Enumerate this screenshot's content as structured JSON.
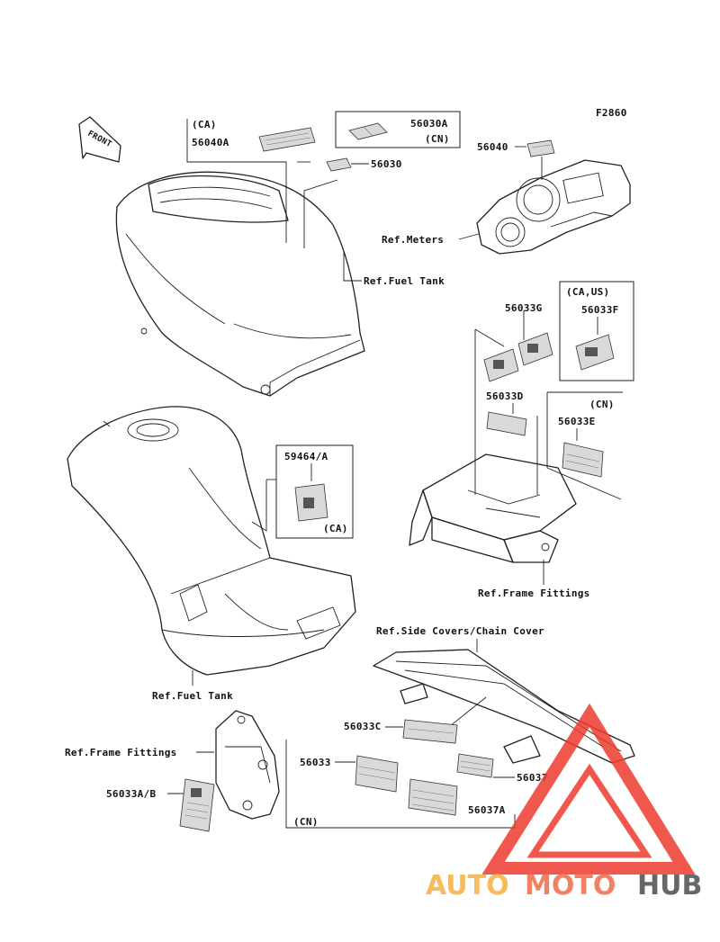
{
  "figure_code": "F2860",
  "front_label": "FRONT",
  "region_codes": {
    "ca": "(CA)",
    "cn": "(CN)",
    "ca_us": "(CA,US)"
  },
  "part_numbers": {
    "p56040A": "56040A",
    "p56030A": "56030A",
    "p56030": "56030",
    "p56040": "56040",
    "p56033G": "56033G",
    "p56033F": "56033F",
    "p56033D": "56033D",
    "p56033E": "56033E",
    "p59464": "59464/A",
    "p56033C": "56033C",
    "p56033": "56033",
    "p56037": "56037",
    "p56037A": "56037A",
    "p56033AB": "56033A/B"
  },
  "references": {
    "meters": "Ref.Meters",
    "fuel_tank": "Ref.Fuel Tank",
    "frame_fittings": "Ref.Frame Fittings",
    "side_covers": "Ref.Side Covers/Chain Cover"
  },
  "watermark": {
    "auto": "AUTO",
    "moto": "MOTO",
    "hub": "HUB",
    "color_auto": "#f5b041",
    "color_moto": "#ef6a4a",
    "color_hub": "#4d4d4d",
    "color_triangle": "#ee3b2e"
  }
}
